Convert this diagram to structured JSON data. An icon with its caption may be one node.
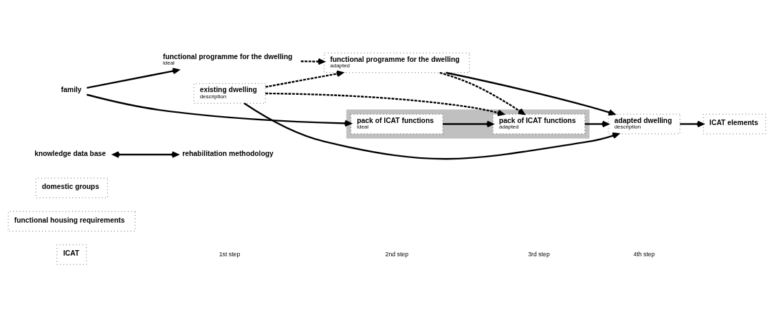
{
  "diagram": {
    "nodes": [
      {
        "text": [
          "knowledge data base"
        ]
      },
      {
        "text": [
          "rehabilitation methodology"
        ]
      },
      {
        "text": [
          "domestic groups"
        ]
      },
      {
        "text": [
          "functional housing requirements"
        ]
      },
      {
        "text": [
          "ICAT"
        ]
      },
      {
        "text": [
          "existing dwelling",
          "description"
        ]
      },
      {
        "text": [
          "family"
        ]
      },
      {
        "text": [
          "functional programme for the dwelling",
          "ideal"
        ]
      },
      {
        "text": [
          "functional programme for the dwelling",
          "adapted"
        ]
      },
      {
        "text": [],
        "shape": "box"
      },
      {
        "text": [
          "pack of ICAT functions",
          "ideal"
        ],
        "in": 9
      },
      {
        "text": [
          "pack of ICAT functions",
          "adapted"
        ],
        "in": 9
      },
      {
        "text": [
          "adapted dwelling",
          "description"
        ]
      },
      {
        "text": [
          "ICAT elements"
        ]
      }
    ],
    "edges": [
      {
        "from": 0,
        "to": 1,
        "arrow": "both"
      },
      {
        "from": 5,
        "to": 12,
        "arrow": "to"
      },
      {
        "from": 6,
        "to": 7,
        "arrow": "to"
      },
      {
        "from": 6,
        "to": 10,
        "arrow": "to"
      },
      {
        "from": 7,
        "to": 8,
        "arrow": "to",
        "style": "dashed"
      },
      {
        "from": 5,
        "to": 8,
        "arrow": "to",
        "style": "dashed"
      },
      {
        "from": 5,
        "to": 11,
        "arrow": "to",
        "style": "dashed"
      },
      {
        "from": 8,
        "to": 11,
        "arrow": "to",
        "style": "dashed"
      },
      {
        "from": 10,
        "to": 11,
        "arrow": "to"
      },
      {
        "from": 8,
        "to": 12,
        "arrow": "to"
      },
      {
        "from": 11,
        "to": 12,
        "arrow": "to"
      },
      {
        "from": 12,
        "to": 13,
        "arrow": "to"
      }
    ],
    "labels": [
      "1st step",
      "2nd step",
      "3rd step",
      "4th step"
    ]
  }
}
